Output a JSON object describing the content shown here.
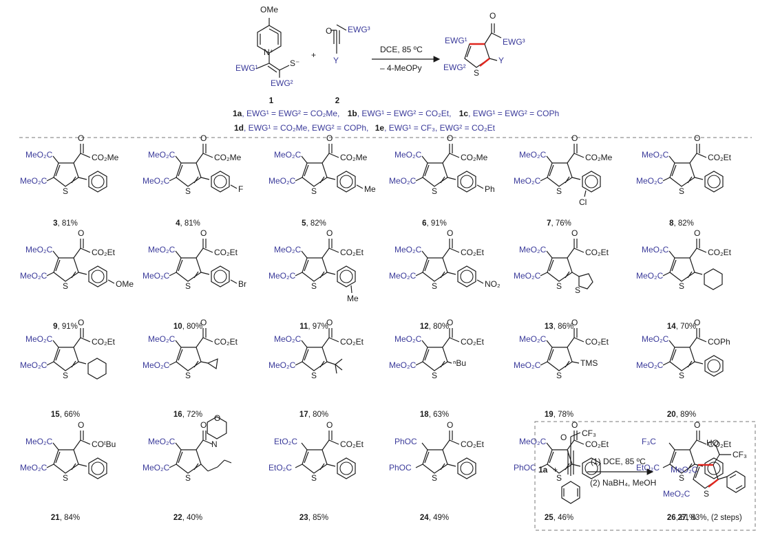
{
  "scheme": {
    "reagent1": {
      "id": "1",
      "top_group": "OMe",
      "ylide_left": "EWG¹",
      "ylide_right": "S⁻",
      "ylide_bottom": "EWG²",
      "n_charge": "N⁺"
    },
    "reagent2": {
      "id": "2",
      "top_group": "EWG³",
      "bottom_group": "Y"
    },
    "plus": "+",
    "conditions_top": "DCE, 85 ºC",
    "conditions_bottom": "– 4-MeOPy",
    "product": {
      "ewg1": "EWG¹",
      "ewg2": "EWG²",
      "ewg3": "EWG³",
      "y": "Y",
      "s": "S"
    },
    "definitions_line1": [
      {
        "id": "1a",
        "text": ", EWG¹ = EWG² = CO₂Me,"
      },
      {
        "id": "1b",
        "text": ", EWG¹ = EWG² = CO₂Et,"
      },
      {
        "id": "1c",
        "text": ", EWG¹ = EWG² = COPh"
      }
    ],
    "definitions_line2": [
      {
        "id": "1d",
        "text": ", EWG¹ = CO₂Me, EWG² = COPh,"
      },
      {
        "id": "1e",
        "text": ", EWG¹ = CF₃, EWG² = CO₂Et"
      }
    ]
  },
  "products": [
    {
      "id": "3",
      "yield": "81%",
      "ewg1": "MeO₂C",
      "ewg2": "MeO₂C",
      "ketone": "CO₂Me",
      "y": "phenyl"
    },
    {
      "id": "4",
      "yield": "81%",
      "ewg1": "MeO₂C",
      "ewg2": "MeO₂C",
      "ketone": "CO₂Me",
      "y": "4-F-phenyl",
      "sub": "F"
    },
    {
      "id": "5",
      "yield": "82%",
      "ewg1": "MeO₂C",
      "ewg2": "MeO₂C",
      "ketone": "CO₂Me",
      "y": "4-Me-phenyl",
      "sub": "Me"
    },
    {
      "id": "6",
      "yield": "91%",
      "ewg1": "MeO₂C",
      "ewg2": "MeO₂C",
      "ketone": "CO₂Me",
      "y": "4-Ph-phenyl",
      "sub": "Ph"
    },
    {
      "id": "7",
      "yield": "76%",
      "ewg1": "MeO₂C",
      "ewg2": "MeO₂C",
      "ketone": "CO₂Me",
      "y": "2-Cl-phenyl",
      "sub": "Cl"
    },
    {
      "id": "8",
      "yield": "82%",
      "ewg1": "MeO₂C",
      "ewg2": "MeO₂C",
      "ketone": "CO₂Et",
      "y": "phenyl"
    },
    {
      "id": "9",
      "yield": "91%",
      "ewg1": "MeO₂C",
      "ewg2": "MeO₂C",
      "ketone": "CO₂Et",
      "y": "4-OMe-phenyl",
      "sub": "OMe"
    },
    {
      "id": "10",
      "yield": "80%",
      "ewg1": "MeO₂C",
      "ewg2": "MeO₂C",
      "ketone": "CO₂Et",
      "y": "4-Br-phenyl",
      "sub": "Br"
    },
    {
      "id": "11",
      "yield": "97%",
      "ewg1": "MeO₂C",
      "ewg2": "MeO₂C",
      "ketone": "CO₂Et",
      "y": "3-Me-phenyl",
      "sub": "Me"
    },
    {
      "id": "12",
      "yield": "80%",
      "ewg1": "MeO₂C",
      "ewg2": "MeO₂C",
      "ketone": "CO₂Et",
      "y": "4-NO₂-phenyl",
      "sub": "NO₂"
    },
    {
      "id": "13",
      "yield": "86%",
      "ewg1": "MeO₂C",
      "ewg2": "MeO₂C",
      "ketone": "CO₂Et",
      "y": "2-thienyl",
      "sub": "S"
    },
    {
      "id": "14",
      "yield": "70%",
      "ewg1": "MeO₂C",
      "ewg2": "MeO₂C",
      "ketone": "CO₂Et",
      "y": "cyclohexenyl"
    },
    {
      "id": "15",
      "yield": "66%",
      "ewg1": "MeO₂C",
      "ewg2": "MeO₂C",
      "ketone": "CO₂Et",
      "y": "cyclohexyl"
    },
    {
      "id": "16",
      "yield": "72%",
      "ewg1": "MeO₂C",
      "ewg2": "MeO₂C",
      "ketone": "CO₂Et",
      "y": "cyclopropyl"
    },
    {
      "id": "17",
      "yield": "80%",
      "ewg1": "MeO₂C",
      "ewg2": "MeO₂C",
      "ketone": "CO₂Et",
      "y": "tert-butyl"
    },
    {
      "id": "18",
      "yield": "63%",
      "ewg1": "MeO₂C",
      "ewg2": "MeO₂C",
      "ketone": "CO₂Et",
      "y": "n-butyl",
      "label": "ⁿBu"
    },
    {
      "id": "19",
      "yield": "78%",
      "ewg1": "MeO₂C",
      "ewg2": "MeO₂C",
      "ketone": "CO₂Et",
      "y": "TMS",
      "label": "TMS"
    },
    {
      "id": "20",
      "yield": "89%",
      "ewg1": "MeO₂C",
      "ewg2": "MeO₂C",
      "ketone": "COPh",
      "y": "phenyl"
    },
    {
      "id": "21",
      "yield": "84%",
      "ewg1": "MeO₂C",
      "ewg2": "MeO₂C",
      "ketone": "COᵗBu",
      "y": "phenyl"
    },
    {
      "id": "22",
      "yield": "40%",
      "ewg1": "MeO₂C",
      "ewg2": "MeO₂C",
      "ketone": "morpholine amide",
      "y": "n-butyl",
      "heteroatoms": [
        "O",
        "N"
      ]
    },
    {
      "id": "23",
      "yield": "85%",
      "ewg1": "EtO₂C",
      "ewg2": "EtO₂C",
      "ketone": "CO₂Et",
      "y": "phenyl"
    },
    {
      "id": "24",
      "yield": "49%",
      "ewg1": "PhOC",
      "ewg2": "PhOC",
      "ketone": "CO₂Et",
      "y": "phenyl"
    },
    {
      "id": "25",
      "yield": "46%",
      "ewg1": "MeO₂C",
      "ewg2": "PhOC",
      "ketone": "CO₂Et",
      "y": "phenyl"
    },
    {
      "id": "26",
      "yield": "61%",
      "ewg1": "F₃C",
      "ewg2": "EtO₂C",
      "ketone": "CO₂Et",
      "y": "phenyl"
    }
  ],
  "inset": {
    "reactant": "1a",
    "plus": "+",
    "alkyne_group": "CF₃",
    "step1": "(1) DCE, 85 ºC",
    "step2": "(2) NaBH₄, MeOH",
    "product_id": "27",
    "product_yield_text": ", 83%, (2 steps)",
    "product_groups": {
      "ewg1": "MeO₂C",
      "ewg2": "MeO₂C",
      "alcohol": "HO",
      "cf3": "CF₃"
    }
  },
  "colors": {
    "substituent_blue": "#3a3a9a",
    "new_bond_red": "#e0261e",
    "text": "#1a1a1a"
  }
}
